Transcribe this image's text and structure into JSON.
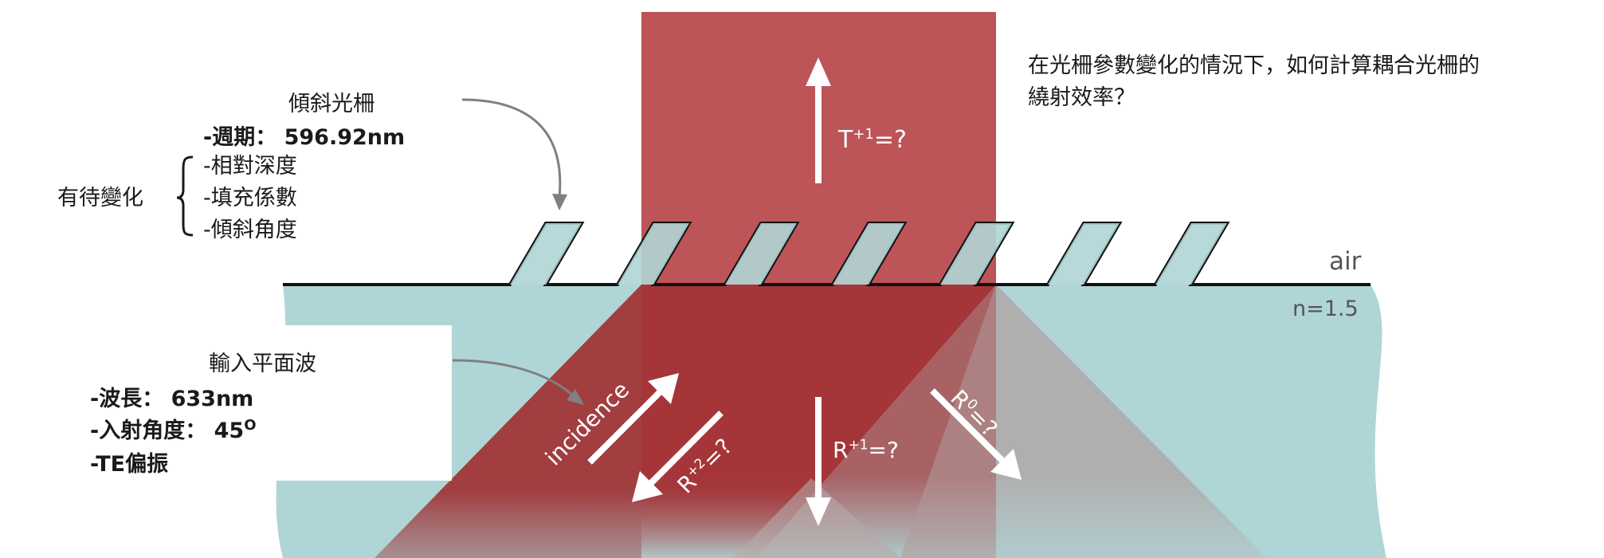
{
  "question": {
    "line1": "在光柵參數變化的情況下，如何計算耦合光柵的",
    "line2": "繞射效率？"
  },
  "grating": {
    "title": "傾斜光柵",
    "period": "-週期： 596.92nm",
    "depth": "-相對深度",
    "fill": "-填充係數",
    "angle": "-傾斜角度",
    "pending": "有待變化"
  },
  "input_wave": {
    "title": "輸入平面波",
    "wavelength": "-波長： 633nm",
    "incidence_prefix": "-入射角度： 45",
    "incidence_sup": "O",
    "polarization": "-TE偏振"
  },
  "media": {
    "air": "air",
    "substrate": "n=1.5"
  },
  "orders": {
    "T_base": "T",
    "T_sup": "+1",
    "T_eq": "=?",
    "R1_base": "R",
    "R1_sup": "+1",
    "R1_eq": "=?",
    "R2_base": "R",
    "R2_sup": "+2",
    "R2_eq": "=?",
    "R0_base": "R",
    "R0_sup": "0",
    "R0_eq": "=?",
    "incidence": "incidence"
  },
  "colors": {
    "substrate": "#b0d5d6",
    "beam": "#a42a2e",
    "gray_beam": "#b8a8a8",
    "text": "#1a1a1a",
    "white": "#ffffff"
  }
}
